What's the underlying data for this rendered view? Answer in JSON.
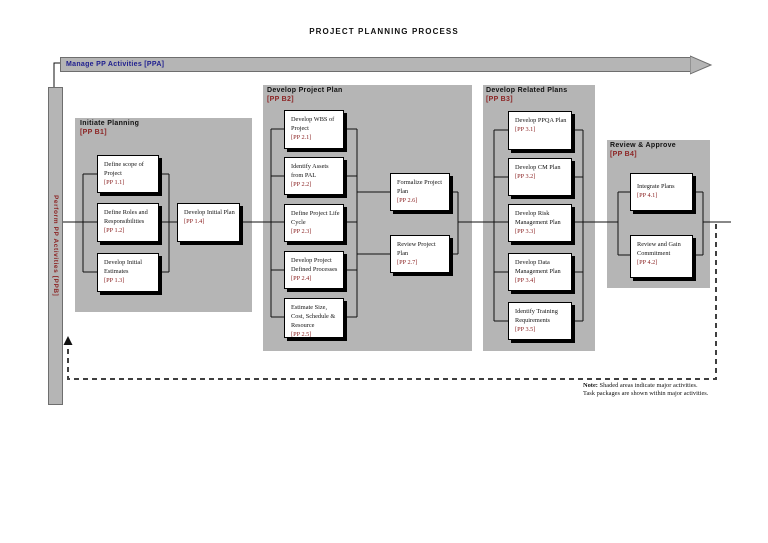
{
  "title": "PROJECT PLANNING PROCESS",
  "manage_bar": {
    "label": "Manage PP Activities [PPA]"
  },
  "perform_bar": {
    "label": "Perform PP Activities [PPB]"
  },
  "sections": [
    {
      "name": "Initiate Planning",
      "code": "[PP B1]",
      "boxes": [
        {
          "title": "Define scope of Project",
          "code": "[PP 1.1]"
        },
        {
          "title": "Define Roles and Responsibilities",
          "code": "[PP 1.2]"
        },
        {
          "title": "Develop Initial Estimates",
          "code": "[PP 1.3]"
        },
        {
          "title": "Develop Initial Plan",
          "code": "[PP 1.4]"
        }
      ]
    },
    {
      "name": "Develop Project Plan",
      "code": "[PP B2]",
      "boxes": [
        {
          "title": "Develop WBS of Project",
          "code": "[PP 2.1]"
        },
        {
          "title": "Identify Assets from PAL",
          "code": "[PP 2.2]"
        },
        {
          "title": "Define Project Life Cycle",
          "code": "[PP 2.3]"
        },
        {
          "title": "Develop Project Defined Processes",
          "code": "[PP 2.4]"
        },
        {
          "title": "Estimate Size, Cost, Schedule & Resource",
          "code": "[PP 2.5]"
        },
        {
          "title": "Formalize Project Plan",
          "code": "[PP 2.6]"
        },
        {
          "title": "Review Project Plan",
          "code": "[PP 2.7]"
        }
      ]
    },
    {
      "name": "Develop Related Plans",
      "code": "[PP B3]",
      "boxes": [
        {
          "title": "Develop PPQA Plan",
          "code": "[PP 3.1]"
        },
        {
          "title": "Develop CM Plan",
          "code": "[PP 3.2]"
        },
        {
          "title": "Develop Risk Management Plan",
          "code": "[PP 3.3]"
        },
        {
          "title": "Develop Data Management Plan",
          "code": "[PP 3.4]"
        },
        {
          "title": "Identify Training Requirements",
          "code": "[PP 3.5]"
        }
      ]
    },
    {
      "name": "Review & Approve",
      "code": "[PP B4]",
      "boxes": [
        {
          "title": "Integrate Plans",
          "code": "[PP 4.1]"
        },
        {
          "title": "Review and Gain Commitment",
          "code": "[PP 4.2]"
        }
      ]
    }
  ],
  "note": {
    "label": "Note:",
    "line1": "Shaded areas indicate major activities.",
    "line2": "Task packages are shown within major activities."
  },
  "colors": {
    "shade_gray": "#b5b5b5",
    "code_red": "#8c2525",
    "manage_navy": "#20208f",
    "line_black": "#111111"
  }
}
